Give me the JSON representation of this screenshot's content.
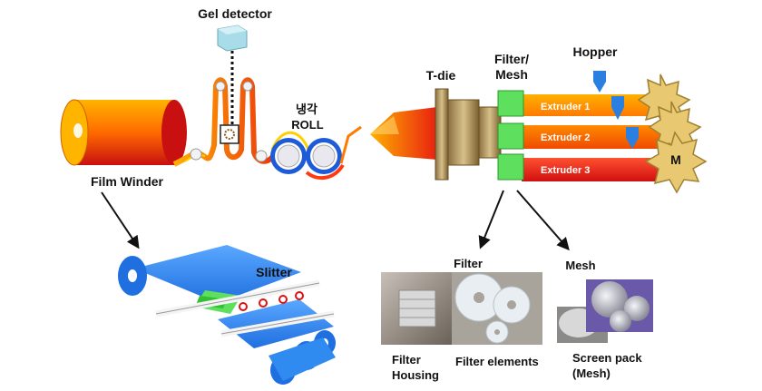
{
  "labels": {
    "gel_detector": "Gel detector",
    "cooling": "냉각",
    "roll": "ROLL",
    "t_die": "T-die",
    "filter_mesh_line1": "Filter/",
    "filter_mesh_line2": "Mesh",
    "hopper": "Hopper",
    "extruder_1": "Extruder 1",
    "extruder_2": "Extruder 2",
    "extruder_3": "Extruder 3",
    "motor": "M",
    "film_winder": "Film Winder",
    "slitter": "Slitter",
    "filter": "Filter",
    "mesh": "Mesh",
    "filter_housing_line1": "Filter",
    "filter_housing_line2": "Housing",
    "filter_elements": "Filter elements",
    "screen_pack_line1": "Screen pack",
    "screen_pack_line2": "(Mesh)"
  },
  "colors": {
    "hot_orange": "#ff7a00",
    "hot_red": "#e01010",
    "hot_yellow": "#ffd000",
    "roll_blue": "#1e5bd8",
    "slitter_blue": "#2f8bf0",
    "filter_green": "#5ee05e",
    "gear_gold": "#e8c870",
    "t_die_tan": "#b8a070",
    "hopper_blue": "#2a7fe0",
    "gel_box": "#a8dce8"
  }
}
